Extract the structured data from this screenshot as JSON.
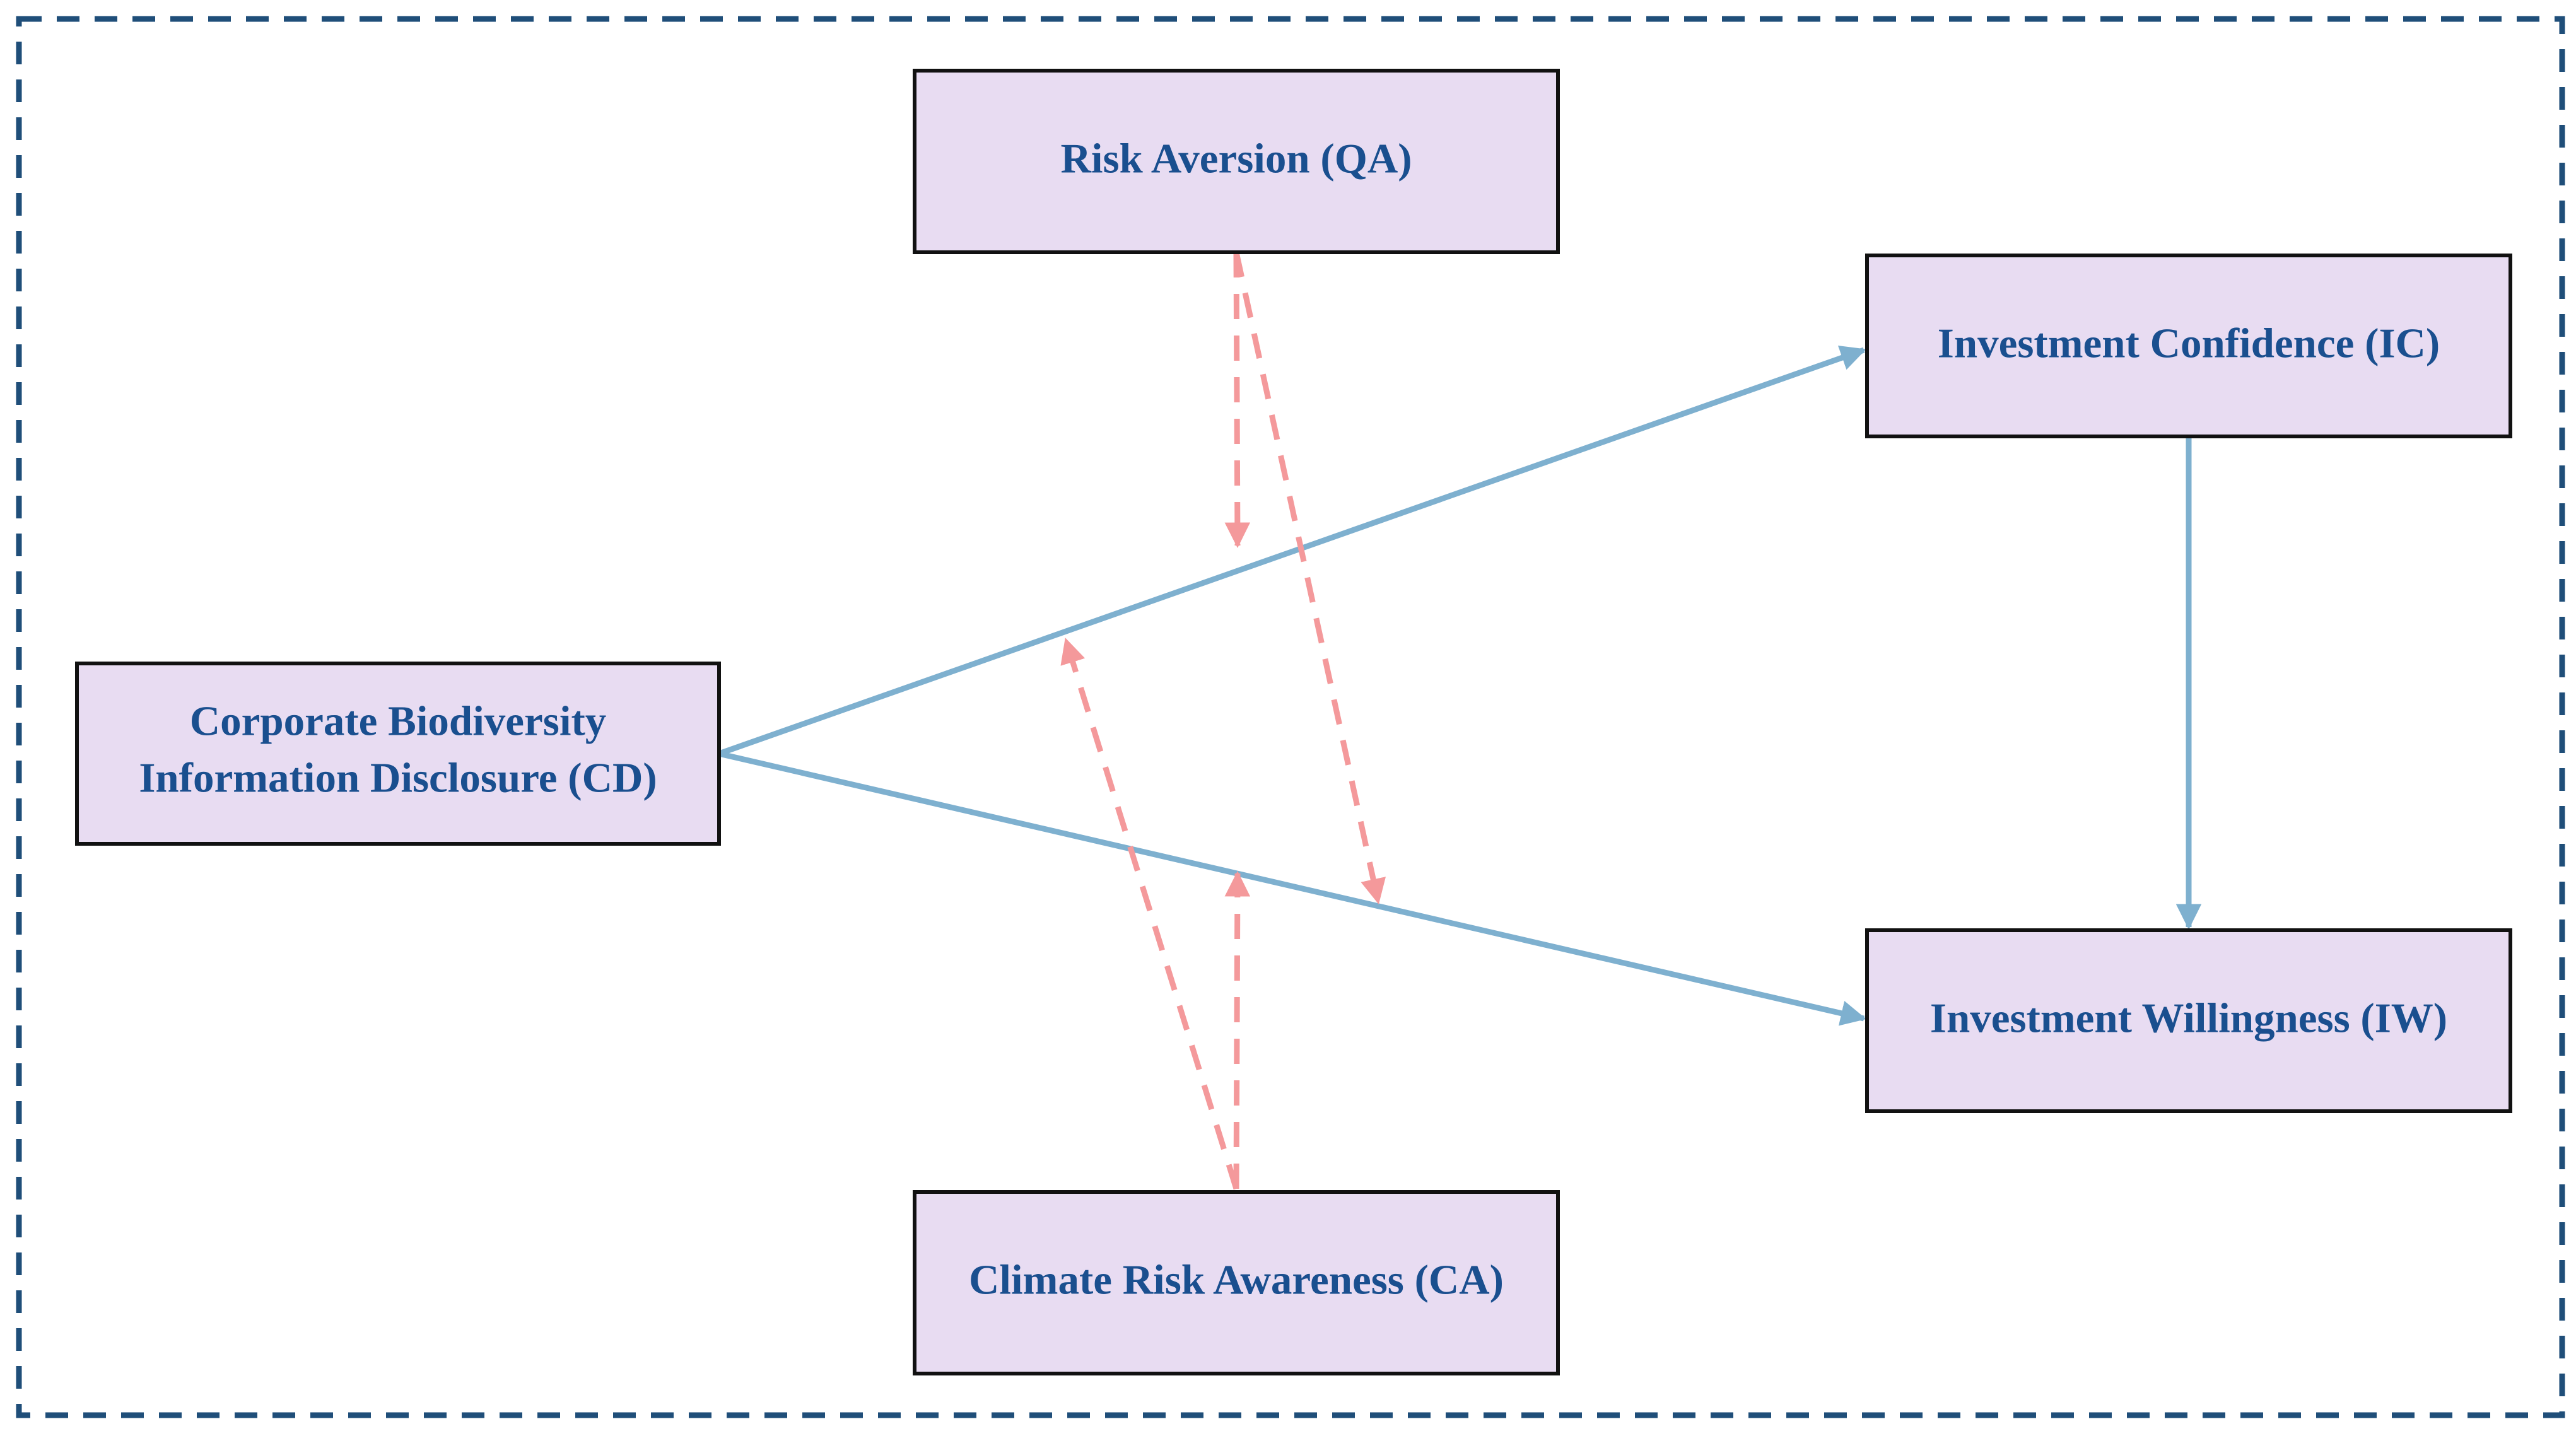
{
  "colors": {
    "frame": "#1f4e79",
    "node_fill": "#e8dcf2",
    "node_stroke": "#111111",
    "text": "#1a4f8f",
    "direct_path": "#7eb0cf",
    "moderation_path": "#f4999b"
  },
  "nodes": {
    "qa": {
      "label": "Risk Aversion (QA)"
    },
    "ic": {
      "label": "Investment Confidence (IC)"
    },
    "cd": {
      "line1": "Corporate Biodiversity",
      "line2": "Information Disclosure (CD)"
    },
    "iw": {
      "label": "Investment Willingness (IW)"
    },
    "ca": {
      "label": "Climate Risk Awareness (CA)"
    }
  },
  "edges": [
    {
      "from": "CD",
      "to": "IC",
      "style": "solid"
    },
    {
      "from": "CD",
      "to": "IW",
      "style": "solid"
    },
    {
      "from": "IC",
      "to": "IW",
      "style": "solid"
    },
    {
      "from": "QA",
      "to": "CD-IC path",
      "style": "dashed"
    },
    {
      "from": "QA",
      "to": "CD-IW path",
      "style": "dashed"
    },
    {
      "from": "CA",
      "to": "CD-IC path",
      "style": "dashed"
    },
    {
      "from": "CA",
      "to": "CD-IW path",
      "style": "dashed"
    }
  ]
}
